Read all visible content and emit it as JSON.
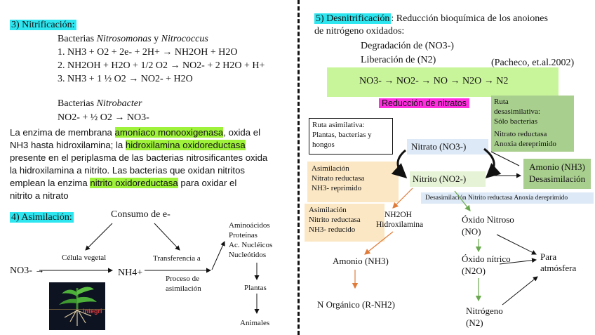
{
  "left": {
    "section3_title": "3) Nitrificación:",
    "bact1_prefix": "Bacterias ",
    "bact1_genus1": "Nitrosomonas",
    "bact1_and": " y ",
    "bact1_genus2": "Nitrococcus",
    "reaction1": "1. NH3 + O2 + 2e- + 2H+ → NH2OH + H2O",
    "reaction2": "2. NH2OH + H2O + 1/2 O2 → NO2- + 2 H2O + H+",
    "reaction3": "3. NH3 + 1 ½ O2 → NO2- + H2O",
    "bact2_prefix": "Bacterias ",
    "bact2_genus": "Nitrobacter",
    "reaction4": "NO2- + ½ O2 → NO3-",
    "para_line1_a": "La enzima de membrana ",
    "para_line1_hl": "amoníaco monooxigenasa",
    "para_line1_b": ", oxida el",
    "para_line2_a": "NH3 hasta hidroxilamina; la ",
    "para_line2_hl": "hidroxilamina oxidoreductasa",
    "para_line3": "presente en el periplasma de las bacterias nitrosificantes oxida",
    "para_line4": "la hidroxilamina a nitrito. Las bacterias que oxidan nitritos",
    "para_line5_a": "emplean la enzima ",
    "para_line5_hl": "nitrito oxidoreductasa",
    "para_line5_b": " para oxidar el",
    "para_line6": "nitrito a nitrato",
    "section4_title": "4) Asimilación:",
    "consumo": "Consumo de e-",
    "no3": "NO3- →",
    "celula": "Célula vegetal",
    "nh4": "NH4+",
    "transferencia": "Transferencia a",
    "proceso1": "Proceso de",
    "proceso2": "asimilación",
    "list": [
      "Aminoácidos",
      "Proteínas",
      "Ac. Nucléicos",
      "Nucleótidos"
    ],
    "plantas": "Plantas",
    "animales": "Animales",
    "image_label": "Integri"
  },
  "right": {
    "section5_title": "5) Desnitrificación",
    "section5_rest1": ": Reducción bioquímica de los anoiones",
    "section5_rest2": "de nitrógeno oxidados:",
    "degradacion": "Degradación de (NO3-)",
    "liberacion": "Liberación de (N2)",
    "citation": "(Pacheco, et.al.2002)",
    "chain": "NO3- → NO2- → NO → N2O → N2",
    "reduccion": "Reducción de nitratos",
    "ruta_desasim": [
      "Ruta",
      "desasimilativa:",
      "Sólo bacterias"
    ],
    "ruta_desasim2": [
      "Nitrato reductasa",
      "Anoxia dereprimido"
    ],
    "ruta_asim": [
      "Ruta asimilativa:",
      "Plantas, bacterias y",
      "hongos"
    ],
    "nitrato": "Nitrato (NO3-)",
    "nitrito": "Nitrito (NO2-)",
    "asim1": [
      "Asimilación",
      "Nitrato reductasa",
      "NH3- reprimido"
    ],
    "amonio_box": [
      "Amonio (NH3)",
      "Desasimilación"
    ],
    "desasim_strip": "Desasimilación Nitrito reductasa Anoxia dereprimido",
    "asim2": [
      "Asimilación",
      "Nitrito reductasa",
      "NH3- reducido"
    ],
    "nh2oh": "NH2OH",
    "hidroxilamina": "Hidroxilamina",
    "oxido_nitroso": [
      "Óxido Nitroso",
      "(NO)"
    ],
    "oxido_nitrico": [
      "Óxido nítrico",
      "(N2O)"
    ],
    "para": [
      "Para",
      "atmósfera"
    ],
    "amonio": "Amonio (NH3)",
    "n_organico": "N Orgánico (R-NH2)",
    "nitrogeno": [
      "Nitrógeno",
      "(N2)"
    ]
  },
  "colors": {
    "cyan": "#2ee6f0",
    "green_highlight": "#9ef23a",
    "magenta": "#ff2fe0",
    "light_green_box": "#c9f59a",
    "dark_green_box": "#a9cf8f",
    "peach_box": "#fbe7c4",
    "blue_box": "#dde9f6",
    "orange_arrow": "#e07b39",
    "green_arrow": "#6aa84f"
  }
}
